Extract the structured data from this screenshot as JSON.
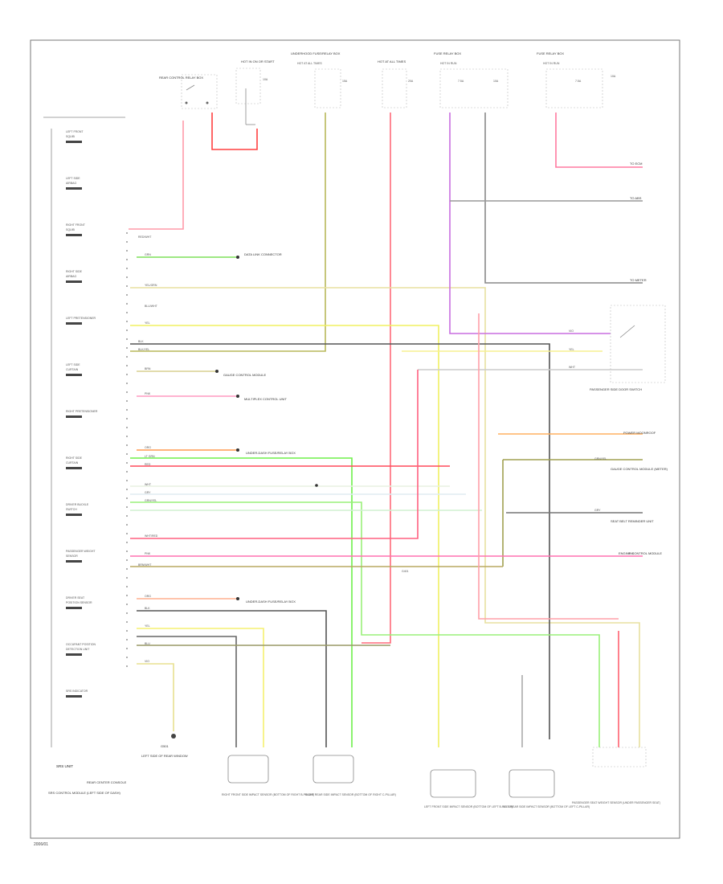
{
  "footer": {
    "code": "2006/01"
  },
  "top_labels": {
    "rear_control_relay": "REAR CONTROL RELAY BOX",
    "hot_in_on_a": "HOT IN ON OR START",
    "hot_in_on_b": "HOT AT ALL TIMES",
    "hot_at_all_times": "HOT AT ALL TIMES",
    "hot_in_run": "HOT IN RUN",
    "hot_in_run_b": "HOT IN RUN",
    "fuse_10a": "10A",
    "fuse_15a": "15A",
    "fuse_20a": "20A",
    "fuse_7_5a": "7.5A",
    "relay_box": "FUSE RELAY BOX",
    "junction_block": "UNDERHOOD FUSE/RELAY BOX"
  },
  "left_column": {
    "heading": "SRS UNIT",
    "items": [
      "LEFT FRONT SQUIB",
      "LEFT SIDE AIRBAG",
      "RIGHT FRONT SQUIB",
      "RIGHT SIDE AIRBAG",
      "LEFT PRETENSIONER",
      "LEFT SIDE CURTAIN",
      "RIGHT PRETENSIONER",
      "RIGHT SIDE CURTAIN",
      "DRIVER BUCKLE SWITCH",
      "PASSENGER WEIGHT SENSOR",
      "DRIVER SEAT POSITION SENSOR",
      "OCCUPANT POSITION DETECTION UNIT",
      "SRS INDICATOR"
    ],
    "footer_label": "SRS CONTROL MODULE (LEFT SIDE OF DASH)",
    "sub_label": "REAR CENTER CONSOLE"
  },
  "wire_labels": {
    "red": "RED",
    "grn": "GRN",
    "yel": "YEL",
    "blu": "BLU",
    "brn": "BRN",
    "blk": "BLK",
    "pnk": "PNK",
    "org": "ORG",
    "wht": "WHT",
    "gry": "GRY",
    "vio": "VIO",
    "red_wht": "RED/WHT",
    "grn_yel": "GRN/YEL",
    "blu_wht": "BLU/WHT",
    "yel_grn": "YEL/GRN",
    "blk_yel": "BLK/YEL",
    "lt_grn": "LT GRN",
    "wht_red": "WHT/RED",
    "brn_wht": "BRN/WHT"
  },
  "mid_callouts": {
    "data_link_a": "DATA LINK CONNECTOR",
    "data_link_b": "GAUGE CONTROL MODULE",
    "multiplex": "MULTIPLEX CONTROL UNIT",
    "under_dash": "UNDER-DASH FUSE/RELAY BOX",
    "ground_text": "G401"
  },
  "right_callouts": {
    "to_ecm": "TO ECM",
    "to_abs": "TO ABS",
    "to_meter": "TO METER",
    "door_switch": "PASSENGER SIDE DOOR SWITCH",
    "instrument": "GAUGE CONTROL MODULE (METER)",
    "audio_unit": "SEAT BELT REMINDER UNIT",
    "power_label": "POWER MOONROOF",
    "data_line": "ENGINE CONTROL MODULE"
  },
  "bottom_labels": {
    "ground": "G501",
    "ground_note": "LEFT SIDE OF REAR WINDOW",
    "sensor_1": "RIGHT FRONT SIDE IMPACT SENSOR (BOTTOM OF RIGHT B-PILLAR)",
    "sensor_2": "RIGHT REAR SIDE IMPACT SENSOR (BOTTOM OF RIGHT C-PILLAR)",
    "sensor_3": "LEFT FRONT SIDE IMPACT SENSOR (BOTTOM OF LEFT B-PILLAR)",
    "sensor_4": "LEFT REAR SIDE IMPACT SENSOR (BOTTOM OF LEFT C-PILLAR)",
    "sensor_5": "PASSENGER SEAT WEIGHT SENSOR (UNDER PASSENGER SEAT)"
  }
}
